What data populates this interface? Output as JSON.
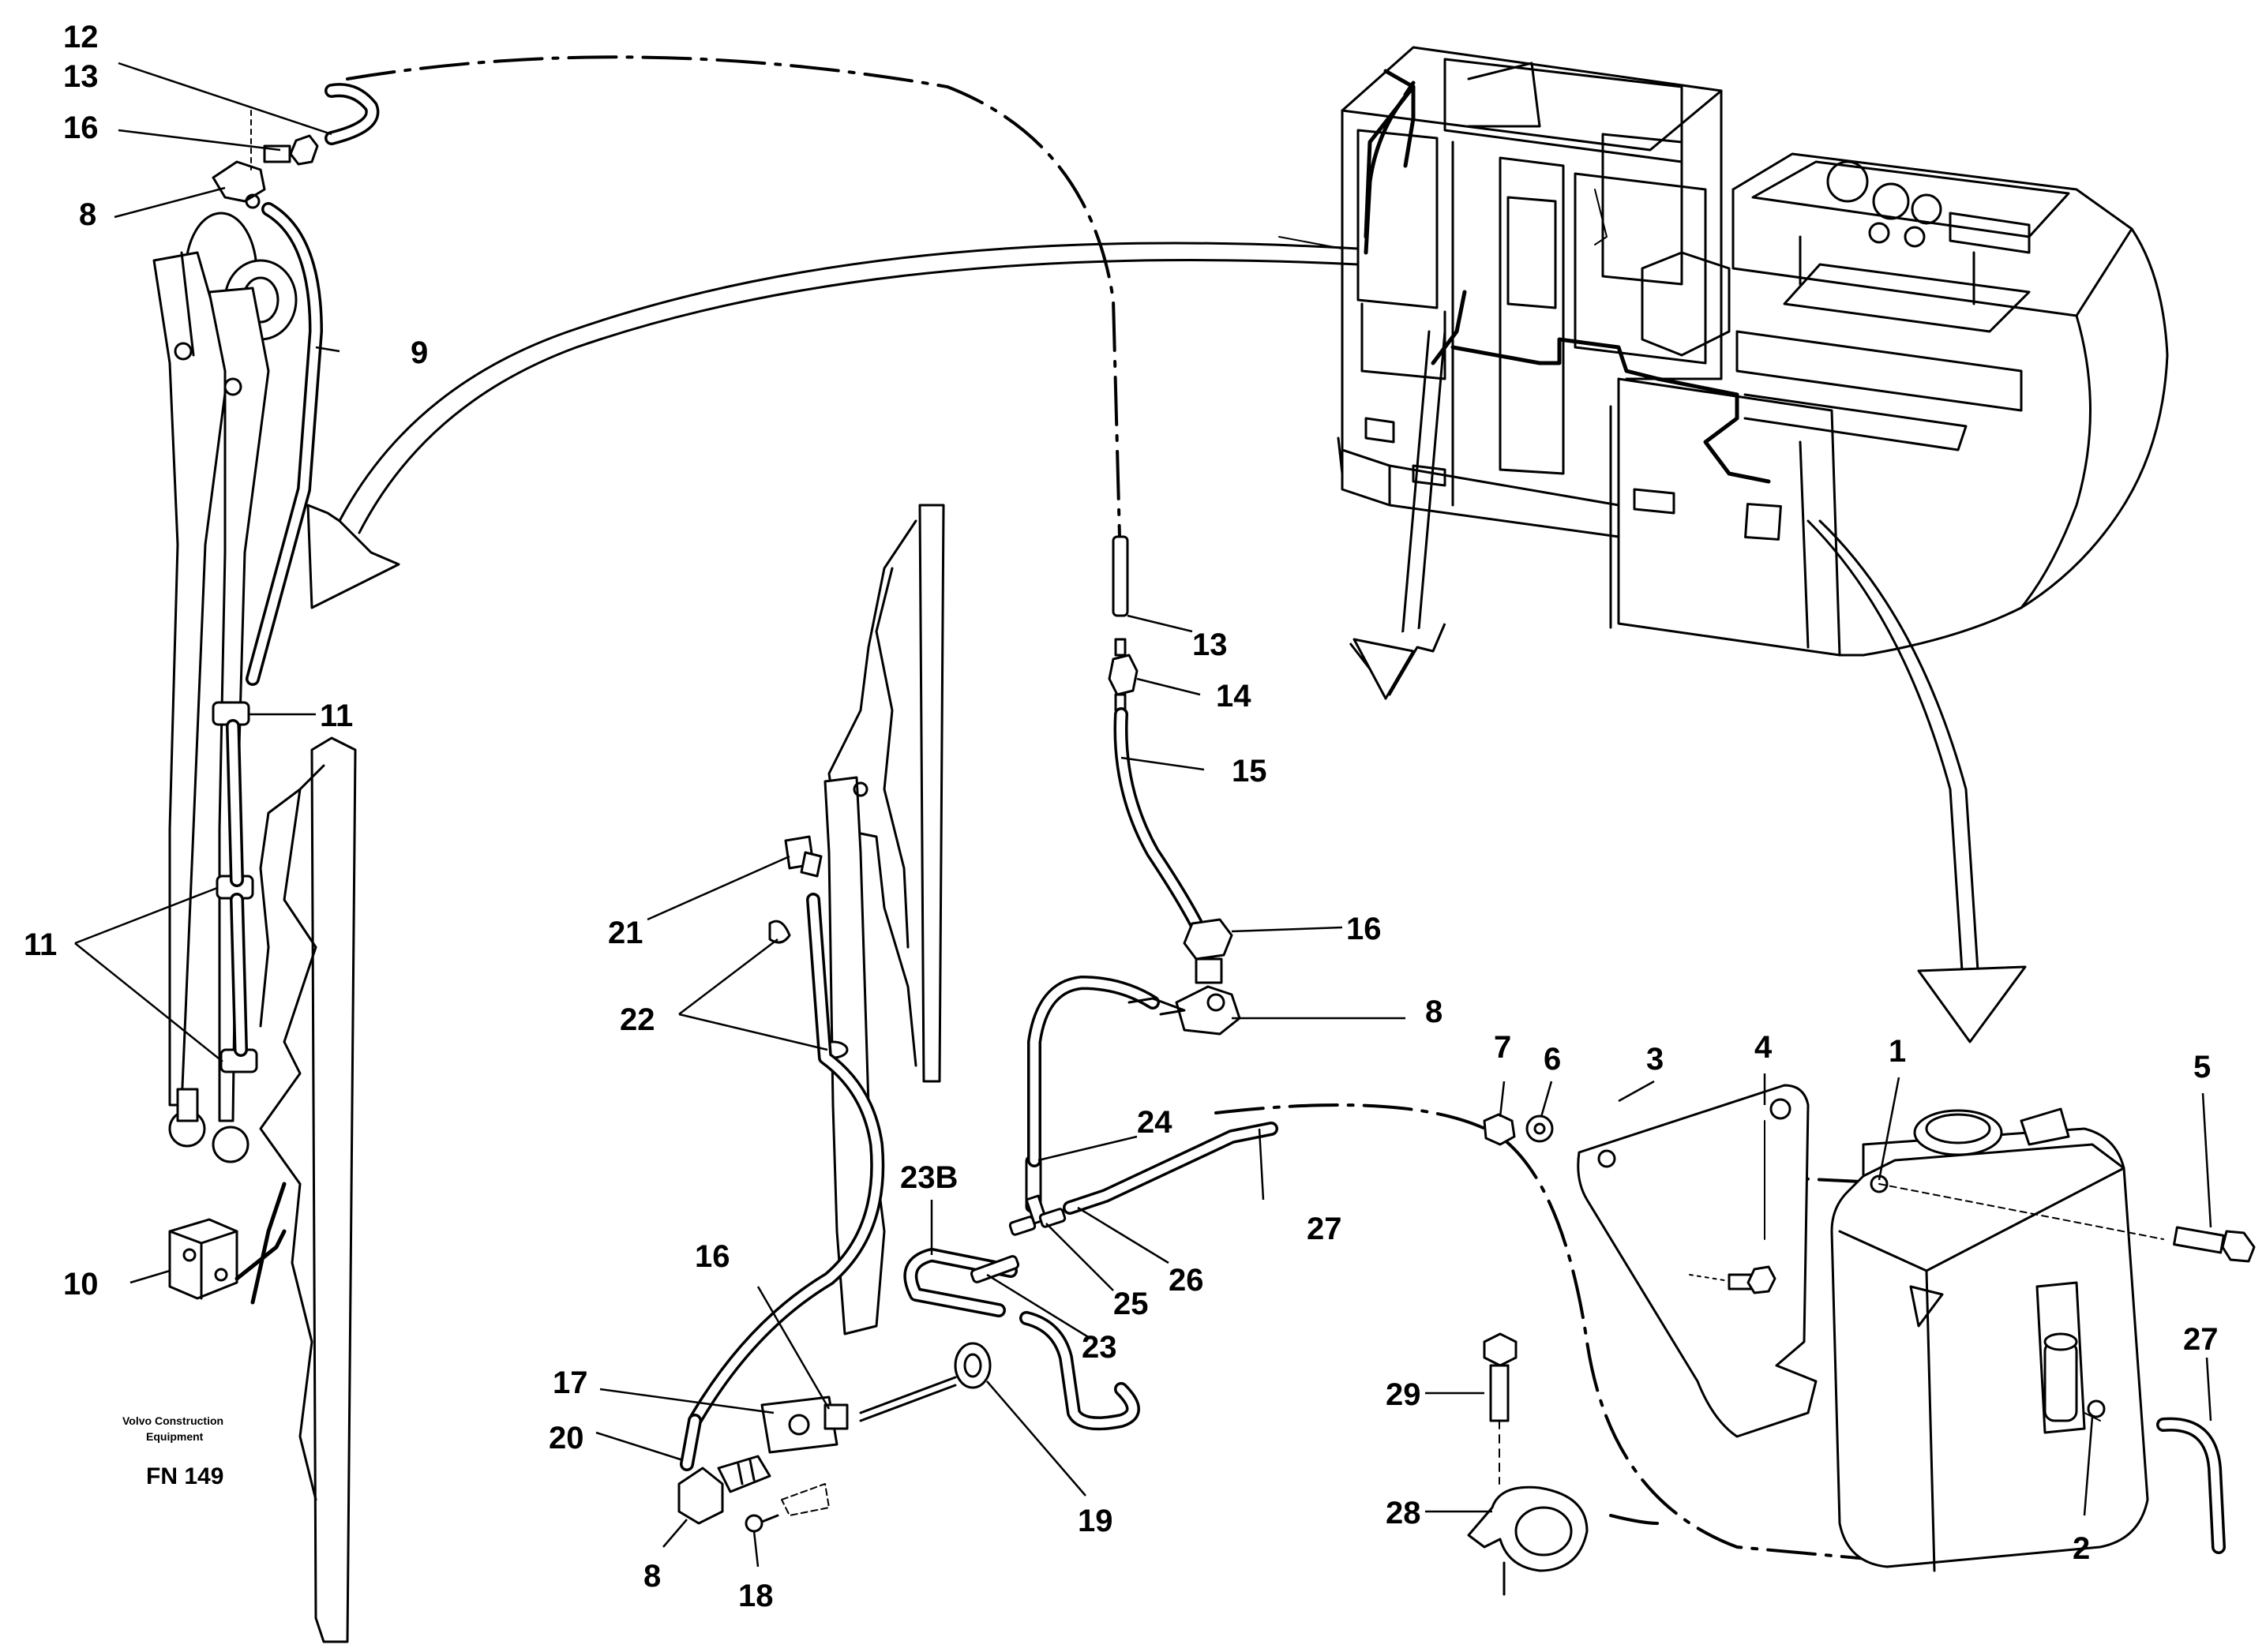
{
  "diagram": {
    "caption": {
      "company_line1": "Volvo Construction",
      "company_line2": "Equipment",
      "code": "FN 149"
    },
    "labels": [
      {
        "id": "L12",
        "text": "12"
      },
      {
        "id": "L13a",
        "text": "13"
      },
      {
        "id": "L16a",
        "text": "16"
      },
      {
        "id": "L8a",
        "text": "8"
      },
      {
        "id": "L9",
        "text": "9"
      },
      {
        "id": "L11a",
        "text": "11"
      },
      {
        "id": "L11b",
        "text": "11"
      },
      {
        "id": "L10",
        "text": "10"
      },
      {
        "id": "L13b",
        "text": "13"
      },
      {
        "id": "L14",
        "text": "14"
      },
      {
        "id": "L15",
        "text": "15"
      },
      {
        "id": "L16b",
        "text": "16"
      },
      {
        "id": "L8b",
        "text": "8"
      },
      {
        "id": "L21",
        "text": "21"
      },
      {
        "id": "L22",
        "text": "22"
      },
      {
        "id": "L24",
        "text": "24"
      },
      {
        "id": "L23B",
        "text": "23B"
      },
      {
        "id": "L27a",
        "text": "27"
      },
      {
        "id": "L26",
        "text": "26"
      },
      {
        "id": "L25",
        "text": "25"
      },
      {
        "id": "L23",
        "text": "23"
      },
      {
        "id": "L16c",
        "text": "16"
      },
      {
        "id": "L17",
        "text": "17"
      },
      {
        "id": "L20",
        "text": "20"
      },
      {
        "id": "L19",
        "text": "19"
      },
      {
        "id": "L8c",
        "text": "8"
      },
      {
        "id": "L18",
        "text": "18"
      },
      {
        "id": "L7",
        "text": "7"
      },
      {
        "id": "L6",
        "text": "6"
      },
      {
        "id": "L3",
        "text": "3"
      },
      {
        "id": "L4",
        "text": "4"
      },
      {
        "id": "L1",
        "text": "1"
      },
      {
        "id": "L5",
        "text": "5"
      },
      {
        "id": "L27b",
        "text": "27"
      },
      {
        "id": "L29",
        "text": "29"
      },
      {
        "id": "L28",
        "text": "28"
      },
      {
        "id": "L2",
        "text": "2"
      }
    ]
  }
}
